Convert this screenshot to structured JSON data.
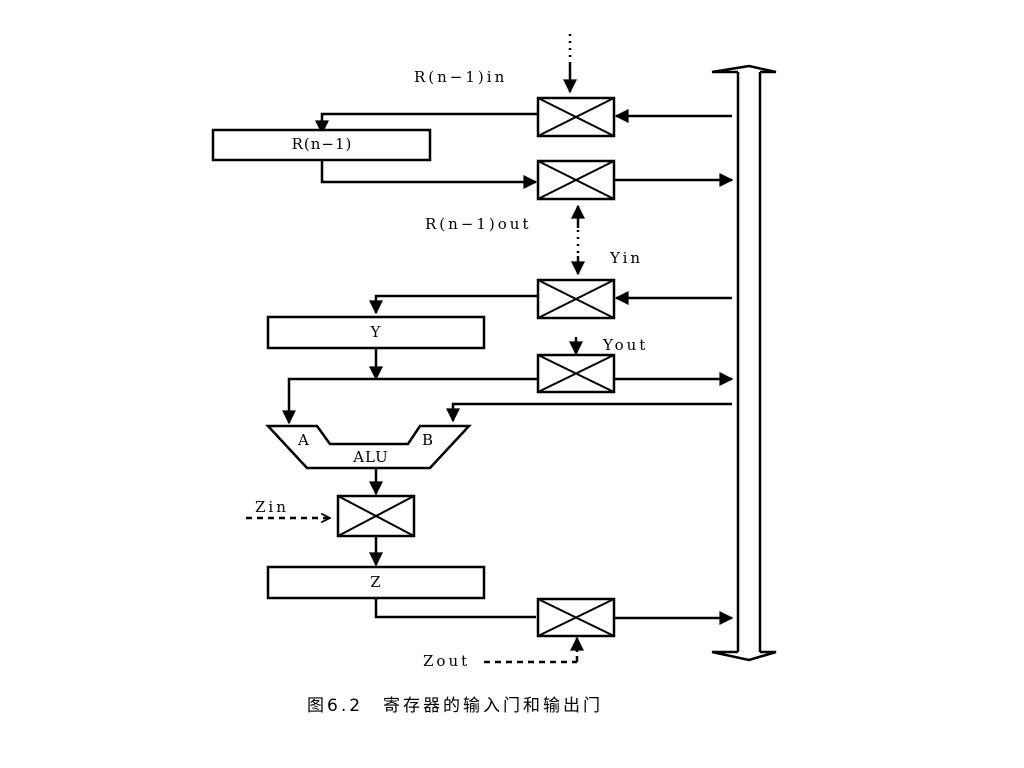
{
  "labels": {
    "rn1_in": "R(n−1)in",
    "rn1_register": "R(n−1)",
    "rn1_out": "R(n−1)out",
    "y_in": "Yin",
    "y_register": "Y",
    "y_out": "Yout",
    "alu_a": "A",
    "alu_b": "B",
    "alu": "ALU",
    "z_in": "Zin",
    "z_register": "Z",
    "z_out": "Zout"
  },
  "caption": "图6.2　寄存器的输入门和输出门"
}
